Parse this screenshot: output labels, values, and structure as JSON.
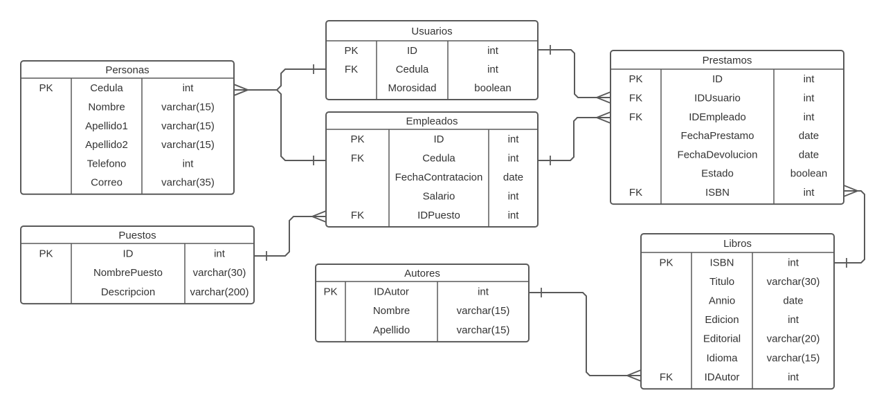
{
  "tables": [
    {
      "id": "usuarios",
      "title": "Usuarios",
      "rows": [
        [
          "PK",
          "ID",
          "int"
        ],
        [
          "FK",
          "Cedula",
          "int"
        ],
        [
          "",
          "Morosidad",
          "boolean"
        ]
      ]
    },
    {
      "id": "personas",
      "title": "Personas",
      "rows": [
        [
          "PK",
          "Cedula",
          "int"
        ],
        [
          "",
          "Nombre",
          "varchar(15)"
        ],
        [
          "",
          "Apellido1",
          "varchar(15)"
        ],
        [
          "",
          "Apellido2",
          "varchar(15)"
        ],
        [
          "",
          "Telefono",
          "int"
        ],
        [
          "",
          "Correo",
          "varchar(35)"
        ]
      ]
    },
    {
      "id": "empleados",
      "title": "Empleados",
      "rows": [
        [
          "PK",
          "ID",
          "int"
        ],
        [
          "FK",
          "Cedula",
          "int"
        ],
        [
          "",
          "FechaContratacion",
          "date"
        ],
        [
          "",
          "Salario",
          "int"
        ],
        [
          "FK",
          "IDPuesto",
          "int"
        ]
      ]
    },
    {
      "id": "prestamos",
      "title": "Prestamos",
      "rows": [
        [
          "PK",
          "ID",
          "int"
        ],
        [
          "FK",
          "IDUsuario",
          "int"
        ],
        [
          "FK",
          "IDEmpleado",
          "int"
        ],
        [
          "",
          "FechaPrestamo",
          "date"
        ],
        [
          "",
          "FechaDevolucion",
          "date"
        ],
        [
          "",
          "Estado",
          "boolean"
        ],
        [
          "FK",
          "ISBN",
          "int"
        ]
      ]
    },
    {
      "id": "puestos",
      "title": "Puestos",
      "rows": [
        [
          "PK",
          "ID",
          "int"
        ],
        [
          "",
          "NombrePuesto",
          "varchar(30)"
        ],
        [
          "",
          "Descripcion",
          "varchar(200)"
        ]
      ]
    },
    {
      "id": "autores",
      "title": "Autores",
      "rows": [
        [
          "PK",
          "IDAutor",
          "int"
        ],
        [
          "",
          "Nombre",
          "varchar(15)"
        ],
        [
          "",
          "Apellido",
          "varchar(15)"
        ]
      ]
    },
    {
      "id": "libros",
      "title": "Libros",
      "rows": [
        [
          "PK",
          "ISBN",
          "int"
        ],
        [
          "",
          "Titulo",
          "varchar(30)"
        ],
        [
          "",
          "Annio",
          "date"
        ],
        [
          "",
          "Edicion",
          "int"
        ],
        [
          "",
          "Editorial",
          "varchar(20)"
        ],
        [
          "",
          "Idioma",
          "varchar(15)"
        ],
        [
          "FK",
          "IDAutor",
          "int"
        ]
      ]
    }
  ],
  "relationships": [
    {
      "id": "personas-usuarios",
      "from": "personas",
      "to": "usuarios",
      "from_end": "many",
      "to_end": "one"
    },
    {
      "id": "personas-empleados",
      "from": "personas",
      "to": "empleados",
      "from_end": "many",
      "to_end": "one"
    },
    {
      "id": "usuarios-prestamos",
      "from": "usuarios",
      "to": "prestamos",
      "from_end": "one",
      "to_end": "many"
    },
    {
      "id": "empleados-prestamos",
      "from": "empleados",
      "to": "prestamos",
      "from_end": "one",
      "to_end": "many"
    },
    {
      "id": "puestos-empleados",
      "from": "puestos",
      "to": "empleados",
      "from_end": "one",
      "to_end": "many"
    },
    {
      "id": "prestamos-libros",
      "from": "prestamos",
      "to": "libros",
      "from_end": "many",
      "to_end": "one"
    },
    {
      "id": "autores-libros",
      "from": "autores",
      "to": "libros",
      "from_end": "one",
      "to_end": "many"
    }
  ]
}
